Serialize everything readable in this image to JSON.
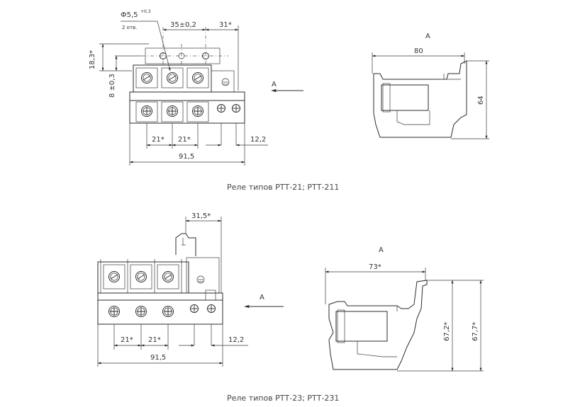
{
  "fig1": {
    "caption": "Реле типов РТТ-21; РТТ-211",
    "hole": "Ф5,5",
    "hole_tol": "+0,3",
    "hole_count": "2 отв.",
    "dim_pitch_top": "35±0,2",
    "dim_31": "31*",
    "dim_18": "18,3*",
    "dim_8": "8 ±0,3",
    "dim_21a": "21*",
    "dim_21b": "21*",
    "dim_12": "12,2",
    "dim_91": "91,5",
    "view_label": "А",
    "view_arrow_label": "А",
    "side_80": "80",
    "side_64": "64"
  },
  "fig2": {
    "caption": "Реле типов РТТ-23; РТТ-231",
    "dim_31": "31,5*",
    "dim_21a": "21*",
    "dim_21b": "21*",
    "dim_12": "12,2",
    "dim_91": "91,5",
    "view_label": "А",
    "view_arrow_label": "А",
    "side_73": "73*",
    "side_672": "67,2*",
    "side_677": "67,7*"
  }
}
